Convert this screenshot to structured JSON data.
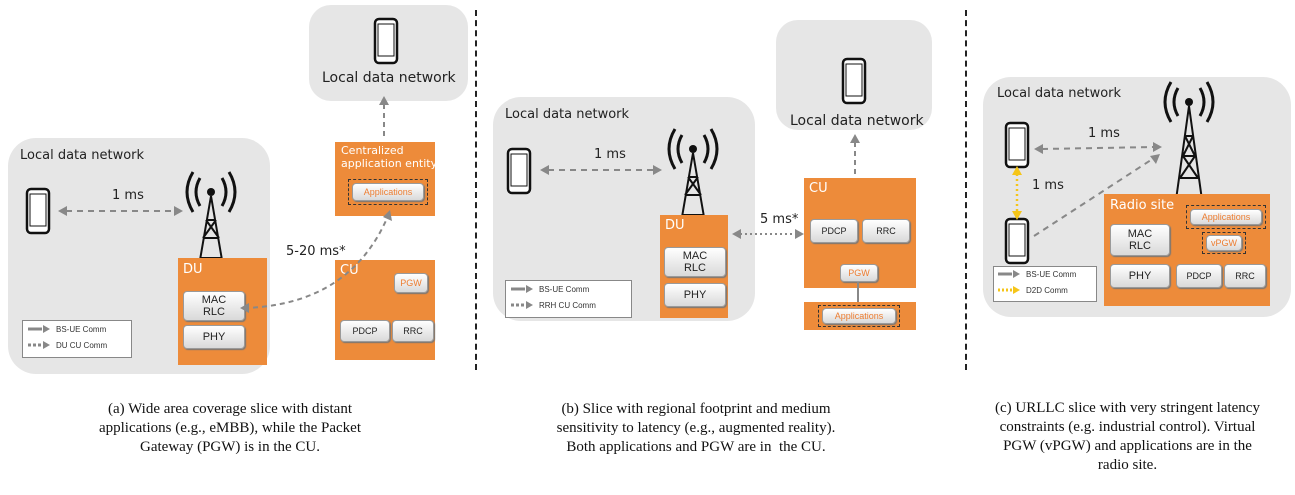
{
  "panel_a": {
    "local_network_label": "Local data network",
    "remote_network_label": "Local data network",
    "latency_ue": "1 ms",
    "latency_cu": "5-20 ms*",
    "du_title": "DU",
    "du_blocks": [
      "MAC\nRLC",
      "PHY"
    ],
    "app_entity_title": "Centralized\napplication entity",
    "applications": "Applications",
    "cu_title": "CU",
    "pgw": "PGW",
    "pdcp": "PDCP",
    "rrc": "RRC",
    "legend": [
      "BS-UE Comm",
      "DU CU Comm"
    ],
    "caption": "(a) Wide area coverage slice with distant\napplications (e.g., eMBB), while the Packet\nGateway (PGW) is in the CU."
  },
  "panel_b": {
    "local_network_label": "Local data network",
    "remote_network_label": "Local data network",
    "latency_ue": "1 ms",
    "latency_cu": "5 ms*",
    "du_title": "DU",
    "du_blocks": [
      "MAC\nRLC",
      "PHY"
    ],
    "cu_title": "CU",
    "pdcp": "PDCP",
    "rrc": "RRC",
    "pgw": "PGW",
    "applications": "Applications",
    "legend": [
      "BS-UE Comm",
      "RRH CU Comm"
    ],
    "caption": "(b) Slice with regional footprint and medium\nsensitivity to latency (e.g., augmented reality).\nBoth applications and PGW are in  the CU."
  },
  "panel_c": {
    "local_network_label": "Local data network",
    "latency_ue": "1 ms",
    "latency_d2d": "1 ms",
    "radio_site_title": "Radio site",
    "applications": "Applications",
    "vpgw": "vPGW",
    "mac_rlc": "MAC\nRLC",
    "phy": "PHY",
    "pdcp": "PDCP",
    "rrc": "RRC",
    "legend": [
      "BS-UE Comm",
      "D2D Comm"
    ],
    "caption": "(c) URLLC slice with very stringent latency\nconstraints (e.g. industrial control). Virtual\nPGW (vPGW) and applications are in the\nradio site."
  },
  "colors": {
    "orange": "#ed8b3a",
    "network_bg": "#e6e6e6",
    "d2d": "#f5c518"
  }
}
